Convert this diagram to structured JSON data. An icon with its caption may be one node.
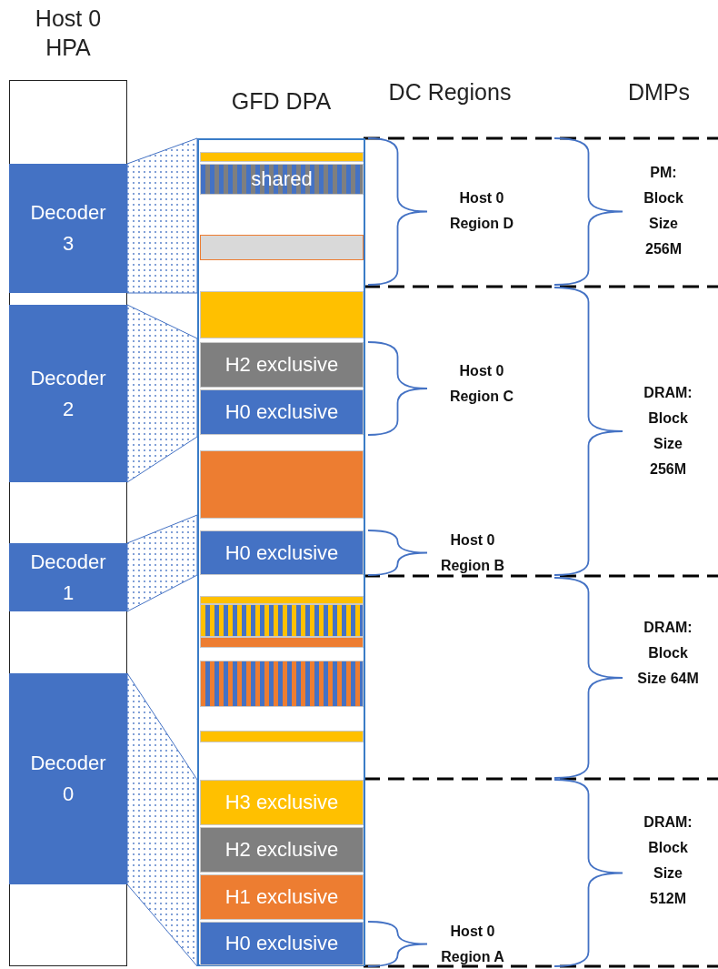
{
  "diagram": {
    "nodes": [
      {
        "text": [
          "Host 0 HPA"
        ]
      },
      {
        "text": [
          "Decoder 3"
        ],
        "in": 0
      },
      {
        "text": [
          "Decoder 2"
        ],
        "in": 0
      },
      {
        "text": [
          "Decoder 1"
        ],
        "in": 0
      },
      {
        "text": [
          "Decoder 0"
        ],
        "in": 0
      },
      {
        "text": [
          "GFD DPA"
        ]
      },
      {
        "text": [],
        "shape": "bar",
        "in": 5
      },
      {
        "text": [
          "shared"
        ],
        "in": 5
      },
      {
        "text": [],
        "shape": "bar",
        "in": 5
      },
      {
        "text": [],
        "shape": "bar",
        "in": 5
      },
      {
        "text": [
          "H2 exclusive"
        ],
        "in": 5
      },
      {
        "text": [
          "H0 exclusive"
        ],
        "in": 5
      },
      {
        "text": [],
        "shape": "bar",
        "in": 5
      },
      {
        "text": [
          "H0 exclusive"
        ],
        "in": 5
      },
      {
        "text": [],
        "shape": "bar",
        "in": 5
      },
      {
        "text": [],
        "shape": "bar",
        "in": 5
      },
      {
        "text": [],
        "shape": "bar",
        "in": 5
      },
      {
        "text": [],
        "shape": "bar",
        "in": 5
      },
      {
        "text": [],
        "shape": "bar",
        "in": 5
      },
      {
        "text": [
          "H3 exclusive"
        ],
        "in": 5
      },
      {
        "text": [
          "H2 exclusive"
        ],
        "in": 5
      },
      {
        "text": [
          "H1 exclusive"
        ],
        "in": 5
      },
      {
        "text": [
          "H0 exclusive"
        ],
        "in": 5
      }
    ],
    "edges": [],
    "labels": [
      "DC Regions",
      "DMPs",
      "Host 0 Region D",
      "PM: Block Size 256M",
      "Host 0 Region C",
      "DRAM: Block Size 256M",
      "Host 0 Region B",
      "DRAM: Block Size 64M",
      "DRAM: Block Size 512M",
      "Host 0 Region A"
    ]
  }
}
